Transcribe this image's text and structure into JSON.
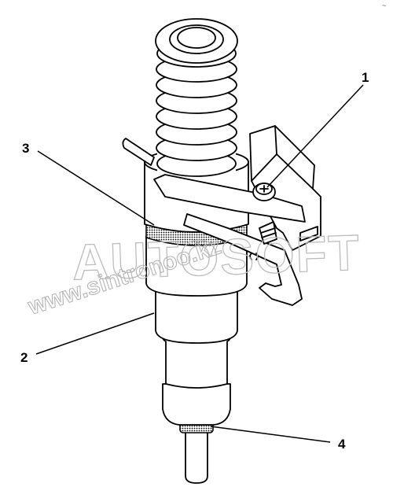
{
  "callouts": [
    {
      "id": "1",
      "label": "1"
    },
    {
      "id": "2",
      "label": "2"
    },
    {
      "id": "3",
      "label": "3"
    },
    {
      "id": "4",
      "label": "4"
    }
  ],
  "watermark": {
    "brand": "AUTOSOFT",
    "url": "www.sintronoo.kz"
  },
  "corner_mark": "~"
}
